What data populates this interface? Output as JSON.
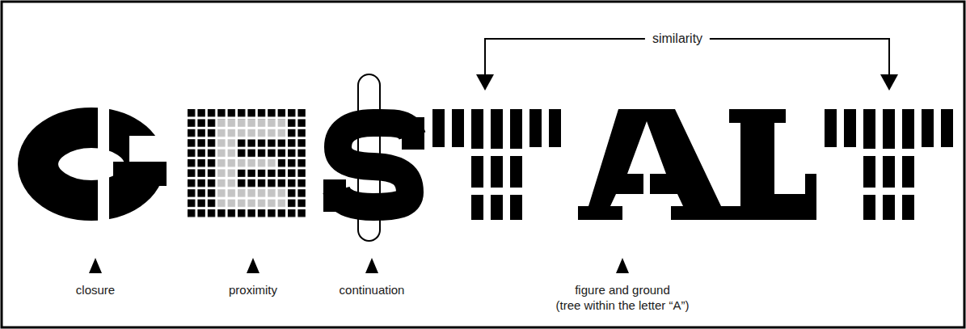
{
  "diagram": {
    "labels": [
      "similarity",
      "closure",
      "proximity",
      "continuation",
      "figure and ground",
      "(tree within the letter “A”)"
    ]
  }
}
